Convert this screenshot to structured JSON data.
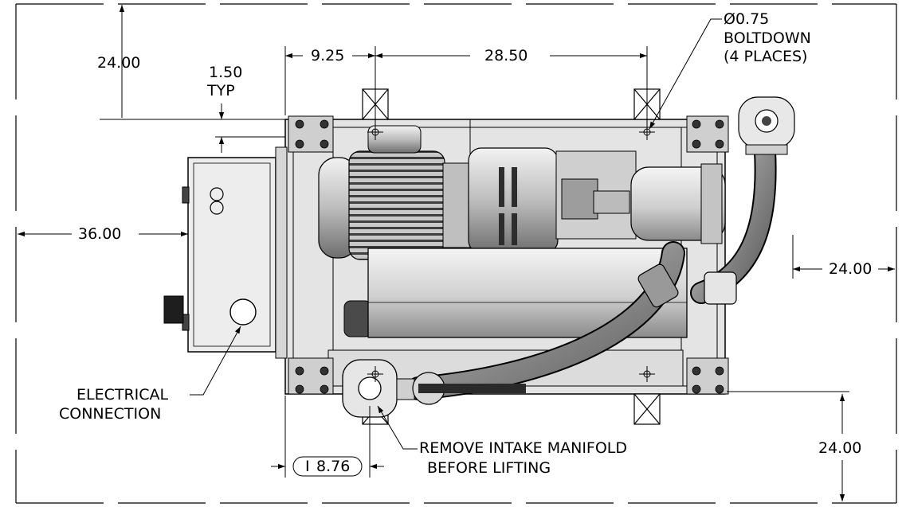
{
  "dimensions": {
    "top_height": "24.00",
    "typ_value": "1.50",
    "typ_text": "TYP",
    "left_offset": "9.25",
    "bolt_span": "28.50",
    "overall_depth": "36.00",
    "right_clearance": "24.00",
    "bottom_clearance": "24.00",
    "intake_offset": "8.76",
    "intake_offset_prefix": "I"
  },
  "callouts": {
    "boltdown_diameter": "Ø0.75",
    "boltdown_text": "BOLTDOWN",
    "boltdown_places": "(4 PLACES)",
    "electrical_line1": "ELECTRICAL",
    "electrical_line2": "CONNECTION",
    "intake_line1": "REMOVE INTAKE MANIFOLD",
    "intake_line2": "BEFORE LIFTING"
  },
  "colors": {
    "line": "#000000",
    "frame_gray": "#d9d9d9",
    "body_light": "#e6e6e6",
    "body_mid": "#b3b3b3",
    "body_dark": "#5a5a5a",
    "pipe_gray": "#8c8c8c"
  }
}
